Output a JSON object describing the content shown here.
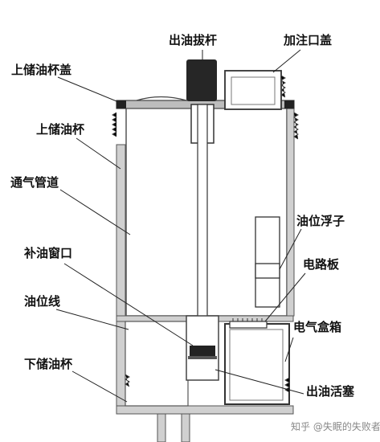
{
  "labels": {
    "outlet_lever": "出油拔杆",
    "filler_cap": "加注口盖",
    "upper_cup_lid": "上储油杯盖",
    "upper_cup": "上储油杯",
    "vent_pipe": "通气管道",
    "oil_float": "油位浮子",
    "refill_window": "补油窗口",
    "circuit_board": "电路板",
    "oil_level_line": "油位线",
    "electric_box": "电气盒箱",
    "lower_cup": "下储油杯",
    "outlet_piston": "出油活塞"
  },
  "watermark": {
    "text": "知乎 @失眠的失败者"
  },
  "colors": {
    "wall": "#c8c8c8",
    "wall_stroke": "#555555",
    "dark_part": "#222222",
    "ink": "#111111"
  }
}
